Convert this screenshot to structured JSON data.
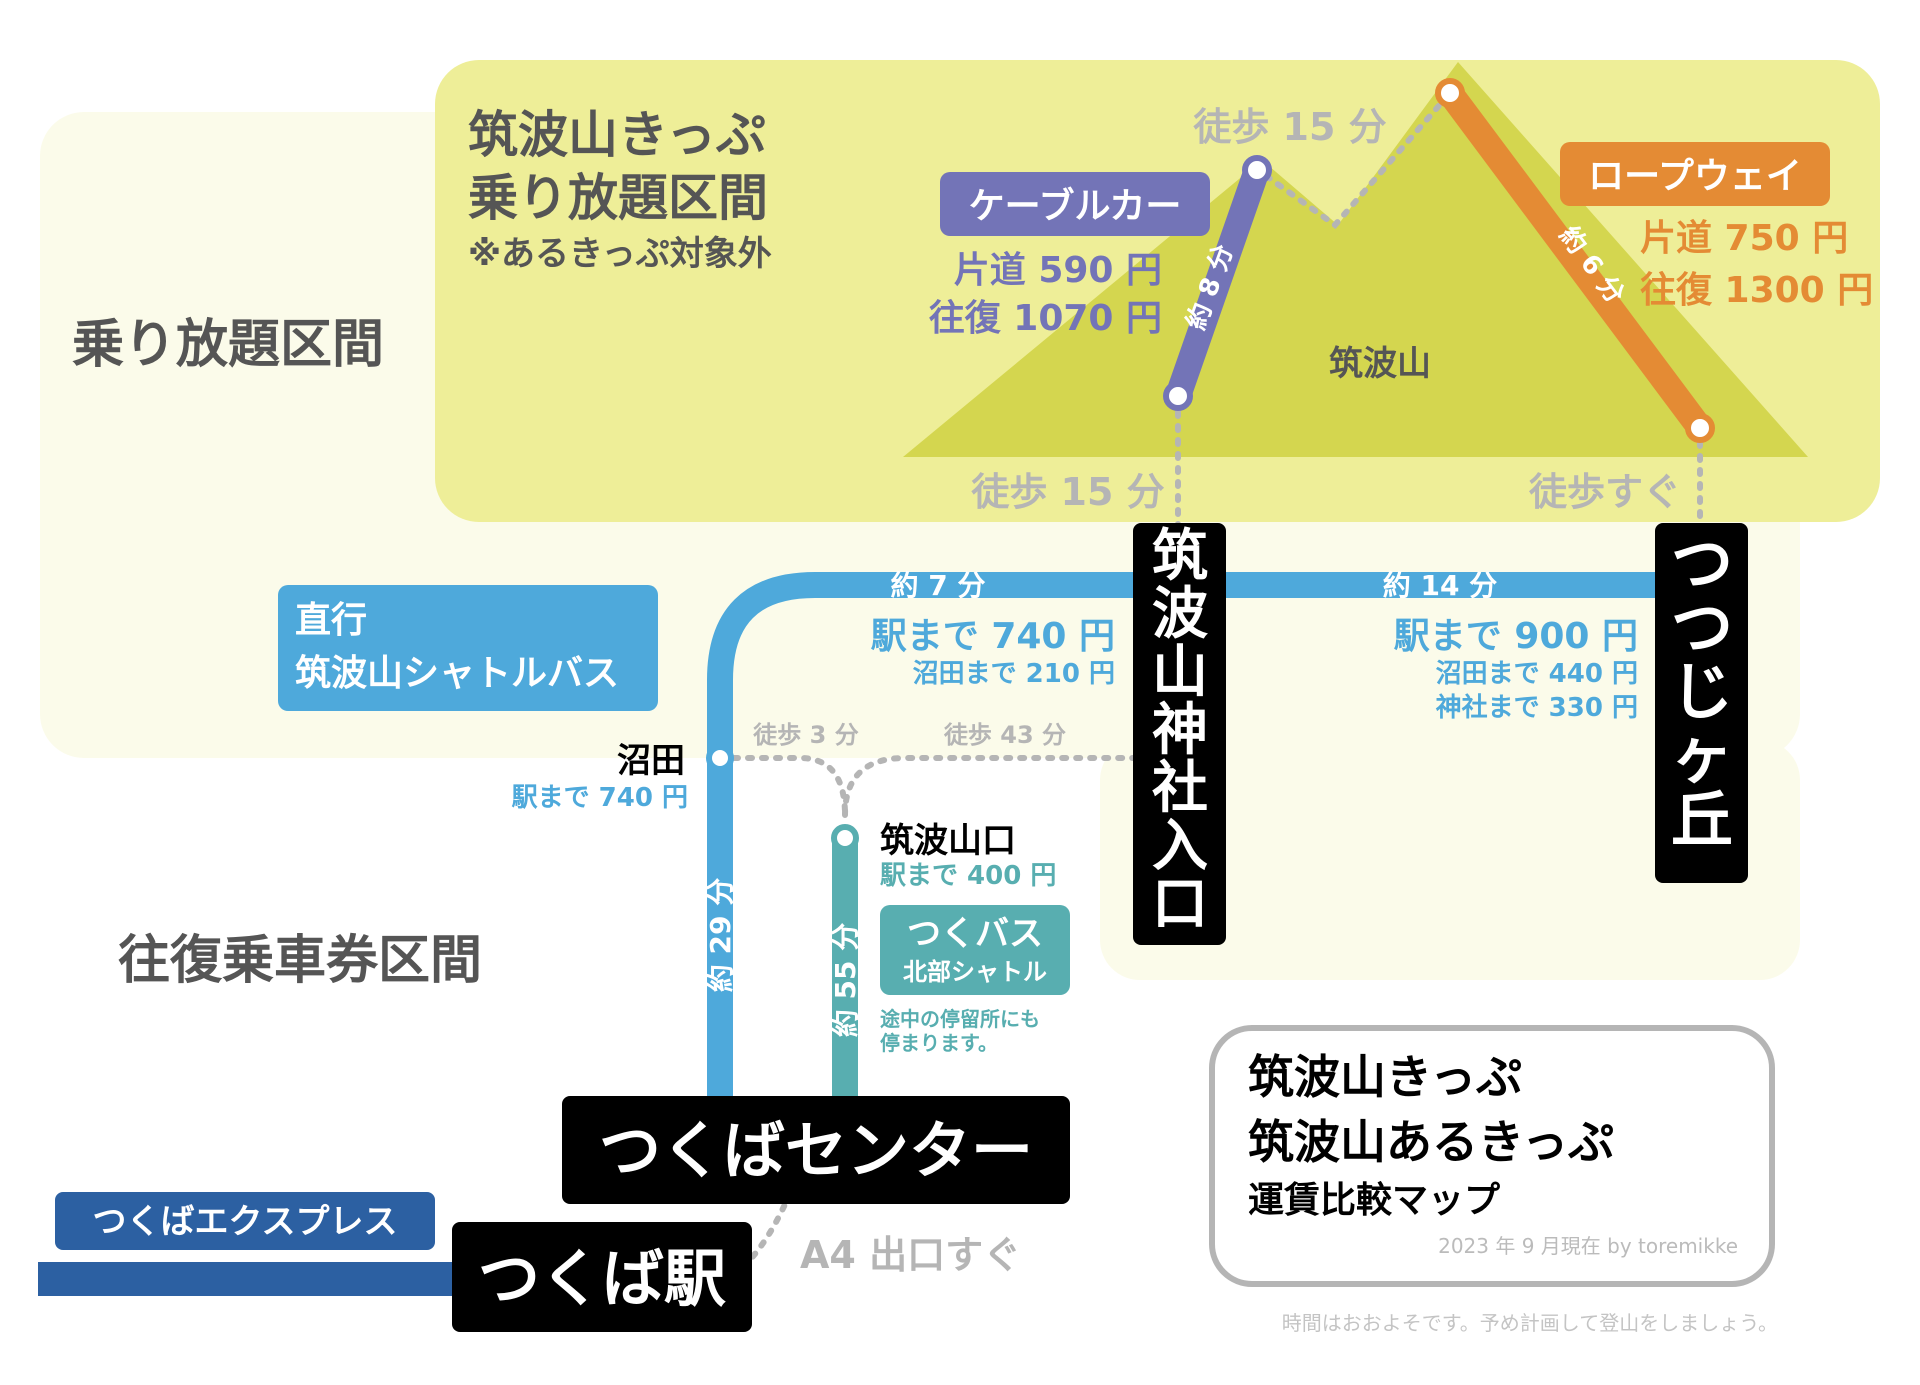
{
  "colors": {
    "zone_unlimited_bg": "#fbfbea",
    "zone_ticket_bg": "#eeee98",
    "mountain": "#d4d64f",
    "cable": "#7374b7",
    "ropeway": "#e48b34",
    "bus_shuttle": "#4ea9db",
    "bus_tsukuba": "#58aeb0",
    "express": "#2c60a2",
    "walk": "#b5b5b5",
    "station_bg": "#000000",
    "text_gray": "#555555"
  },
  "zones": {
    "unlimited_label": "乗り放題区間",
    "roundtrip_label": "往復乗車券区間",
    "ticket_title_line1": "筑波山きっぷ",
    "ticket_title_line2": "乗り放題区間",
    "ticket_note": "※あるきっぷ対象外"
  },
  "mountain": {
    "label": "筑波山"
  },
  "cable_car": {
    "label": "ケーブルカー",
    "one_way": "片道 590 円",
    "round_trip": "往復 1070 円",
    "duration": "約 8 分"
  },
  "ropeway": {
    "label": "ロープウェイ",
    "one_way": "片道 750 円",
    "round_trip": "往復 1300 円",
    "duration": "約 6 分"
  },
  "walks": {
    "summit": "徒歩 15 分",
    "shrine": "徒歩 15 分",
    "tsutsuji": "徒歩すぐ",
    "numata_to_sanguchi": "徒歩 3 分",
    "sanguchi_to_shrine": "徒歩 43 分",
    "a4_exit": "A4 出口すぐ"
  },
  "shuttle_bus": {
    "label_line1": "直行",
    "label_line2": "筑波山シャトルバス",
    "duration_to_numata": "約 29 分",
    "duration_to_shrine": "約 7 分",
    "duration_to_tsutsuji": "約 14 分"
  },
  "tsuku_bus": {
    "label_line1": "つくバス",
    "label_line2": "北部シャトル",
    "duration": "約 55 分",
    "note_line1": "途中の停留所にも",
    "note_line2": "停まります。"
  },
  "stations": {
    "shrine": {
      "name": "筑波山神社入口",
      "fare_main": "駅まで 740 円",
      "fare_sub1": "沼田まで 210 円"
    },
    "tsutsuji": {
      "name": "つつじヶ丘",
      "fare_main": "駅まで 900 円",
      "fare_sub1": "沼田まで 440 円",
      "fare_sub2": "神社まで 330 円"
    },
    "numata": {
      "name": "沼田",
      "fare": "駅まで 740 円"
    },
    "sanguchi": {
      "name": "筑波山口",
      "fare": "駅まで 400 円"
    },
    "center": {
      "name": "つくばセンター"
    },
    "tsukuba": {
      "name": "つくば駅"
    }
  },
  "express": {
    "label": "つくばエクスプレス"
  },
  "legend": {
    "line1": "筑波山きっぷ",
    "line2": "筑波山あるきっぷ",
    "line3": "運賃比較マップ",
    "date": "2023 年 9 月現在  by toremikke"
  },
  "footer": {
    "note": "時間はおおよそです。予め計画して登山をしましょう。"
  }
}
